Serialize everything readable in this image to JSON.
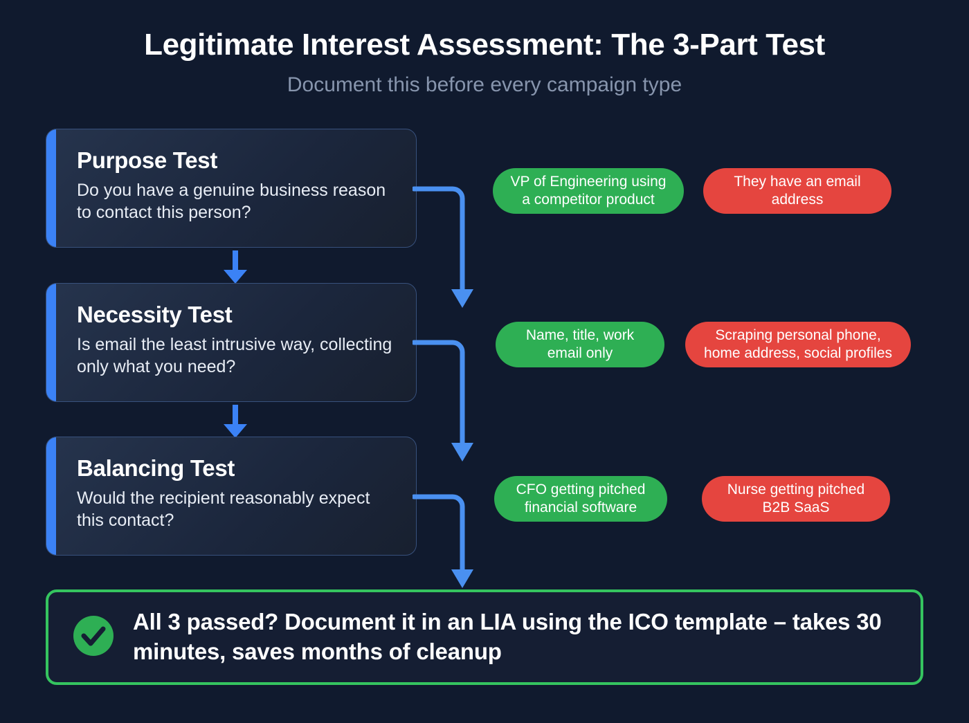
{
  "header": {
    "title": "Legitimate Interest Assessment: The 3-Part Test",
    "subtitle": "Document this before every campaign type"
  },
  "colors": {
    "background": "#101a2e",
    "card_accent_blue": "#3b82f6",
    "card_background": "#1b263c",
    "card_border": "#38517d",
    "pass_green": "#2eaf54",
    "fail_red": "#e5453f",
    "banner_border_green": "#35c45f",
    "connector_blue": "#3b82f6",
    "subtitle_gray": "#8795ad"
  },
  "steps": [
    {
      "title": "Purpose Test",
      "description": "Do you have a genuine business reason to contact this person?",
      "good_example": "VP of Engineering using a competitor product",
      "bad_example": "They have an email address"
    },
    {
      "title": "Necessity Test",
      "description": "Is email the least intrusive way, collecting only what you need?",
      "good_example": "Name, title, work email only",
      "bad_example": "Scraping personal phone, home address, social profiles"
    },
    {
      "title": "Balancing Test",
      "description": "Would the recipient reasonably expect this contact?",
      "good_example": "CFO getting pitched financial software",
      "bad_example": "Nurse getting pitched B2B SaaS"
    }
  ],
  "banner": {
    "icon": "check-circle-icon",
    "text": "All 3 passed? Document it in an LIA using the ICO template – takes 30 minutes, saves months of cleanup"
  }
}
